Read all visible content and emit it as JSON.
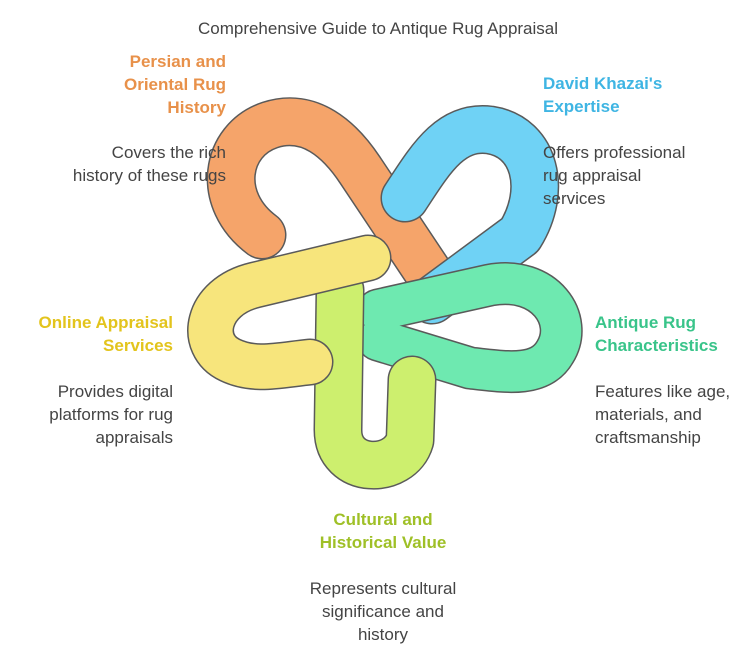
{
  "title": "Comprehensive Guide to Antique Rug Appraisal",
  "colors": {
    "orange": "#f5a46a",
    "blue": "#6fd2f5",
    "green": "#6ee9b0",
    "lime": "#cdef6e",
    "yellow": "#f7e57c",
    "orange_text": "#e8914a",
    "blue_text": "#3fb5e3",
    "green_text": "#39c48a",
    "lime_text": "#9fc027",
    "yellow_text": "#e3c41d"
  },
  "sections": {
    "persian": {
      "heading": "Persian and Oriental Rug History",
      "desc": "Covers the rich history of these rugs"
    },
    "khazai": {
      "heading": "David Khazai's Expertise",
      "desc": "Offers professional rug appraisal services"
    },
    "characteristics": {
      "heading": "Antique Rug Characteristics",
      "desc": "Features like age, materials, and craftsmanship"
    },
    "cultural": {
      "heading": "Cultural and Historical Value",
      "desc": "Represents cultural significance and history"
    },
    "online": {
      "heading": "Online Appraisal Services",
      "desc": "Provides digital platforms for rug appraisals"
    }
  }
}
